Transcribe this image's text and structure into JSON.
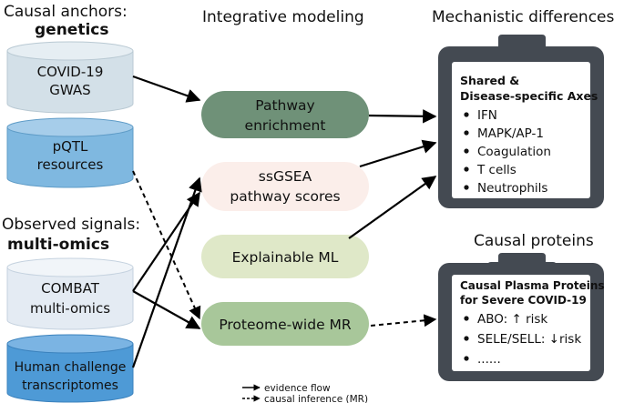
{
  "headers": {
    "anchors_line1": "Causal anchors:",
    "anchors_line2": "genetics",
    "integrative": "Integrative modeling",
    "mechanistic": "Mechanistic differences",
    "signals_line1": "Observed signals:",
    "signals_line2": "multi-omics",
    "causal_proteins": "Causal proteins"
  },
  "cylinders": [
    {
      "line1": "COVID-19",
      "line2": "GWAS"
    },
    {
      "line1": "pQTL",
      "line2": "resources"
    },
    {
      "line1": "COMBAT",
      "line2": "multi-omics"
    },
    {
      "line1": "Human challenge",
      "line2": "transcriptomes"
    }
  ],
  "pills": [
    {
      "line1": "Pathway",
      "line2": "enrichment"
    },
    {
      "line1": "ssGSEA",
      "line2": "pathway scores"
    },
    {
      "line1": "Explainable ML",
      "line2": ""
    },
    {
      "line1": "Proteome-wide MR",
      "line2": ""
    }
  ],
  "clipboard_axes": {
    "title1": "Shared &",
    "title2": "Disease-specific Axes",
    "items": [
      "IFN",
      "MAPK/AP-1",
      "Coagulation",
      "T cells",
      "Neutrophils"
    ]
  },
  "clipboard_proteins": {
    "title1": "Causal Plasma Proteins",
    "title2": "for Severe COVID-19",
    "items": [
      "ABO: ↑ risk",
      "SELE/SELL: ↓risk",
      "......"
    ]
  },
  "legend": {
    "solid": "evidence flow",
    "dashed": "causal inference (MR)"
  },
  "colors": {
    "cyl_gwas": "#d3e0e8",
    "cyl_pqtl": "#7fb8e0",
    "cyl_combat": "#e4ebf3",
    "cyl_human": "#4e9ad6",
    "pill_pathway": "#6f9178",
    "pill_ssgsea": "#fbeeea",
    "pill_ml": "#dfe8c8",
    "pill_mr": "#a8c79a",
    "clipboard_frame": "#444a52"
  }
}
